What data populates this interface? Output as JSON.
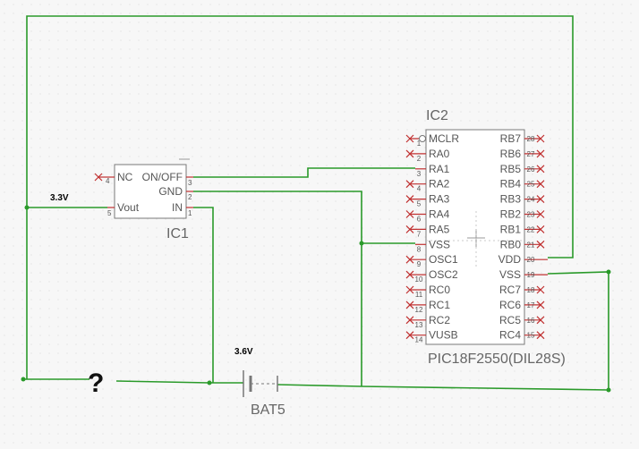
{
  "ic1": {
    "name": "IC1",
    "pins_left": [
      {
        "num": "4",
        "label": "NC"
      },
      {
        "num": "5",
        "label": "Vout"
      }
    ],
    "pins_right": [
      {
        "num": "3",
        "label": "ON/OFF"
      },
      {
        "num": "2",
        "label": "GND"
      },
      {
        "num": "1",
        "label": "IN"
      }
    ]
  },
  "ic2": {
    "name": "IC2",
    "package": "PIC18F2550(DIL28S)",
    "pins_left": [
      {
        "num": "1",
        "label": "MCLR"
      },
      {
        "num": "2",
        "label": "RA0"
      },
      {
        "num": "3",
        "label": "RA1"
      },
      {
        "num": "4",
        "label": "RA2"
      },
      {
        "num": "5",
        "label": "RA3"
      },
      {
        "num": "6",
        "label": "RA4"
      },
      {
        "num": "7",
        "label": "RA5"
      },
      {
        "num": "8",
        "label": "VSS"
      },
      {
        "num": "9",
        "label": "OSC1"
      },
      {
        "num": "10",
        "label": "OSC2"
      },
      {
        "num": "11",
        "label": "RC0"
      },
      {
        "num": "12",
        "label": "RC1"
      },
      {
        "num": "13",
        "label": "RC2"
      },
      {
        "num": "14",
        "label": "VUSB"
      }
    ],
    "pins_right": [
      {
        "num": "28",
        "label": "RB7"
      },
      {
        "num": "27",
        "label": "RB6"
      },
      {
        "num": "26",
        "label": "RB5"
      },
      {
        "num": "25",
        "label": "RB4"
      },
      {
        "num": "24",
        "label": "RB3"
      },
      {
        "num": "23",
        "label": "RB2"
      },
      {
        "num": "22",
        "label": "RB1"
      },
      {
        "num": "21",
        "label": "RB0"
      },
      {
        "num": "20",
        "label": "VDD"
      },
      {
        "num": "19",
        "label": "VSS"
      },
      {
        "num": "18",
        "label": "RC7"
      },
      {
        "num": "17",
        "label": "RC6"
      },
      {
        "num": "16",
        "label": "RC5"
      },
      {
        "num": "15",
        "label": "RC4"
      }
    ]
  },
  "battery": {
    "name": "BAT5",
    "voltage": "3.6V"
  },
  "net_label_vout": "3.3V",
  "unknown_part": "?",
  "colors": {
    "wire": "#2a9a2a",
    "pin": "#c03030"
  }
}
